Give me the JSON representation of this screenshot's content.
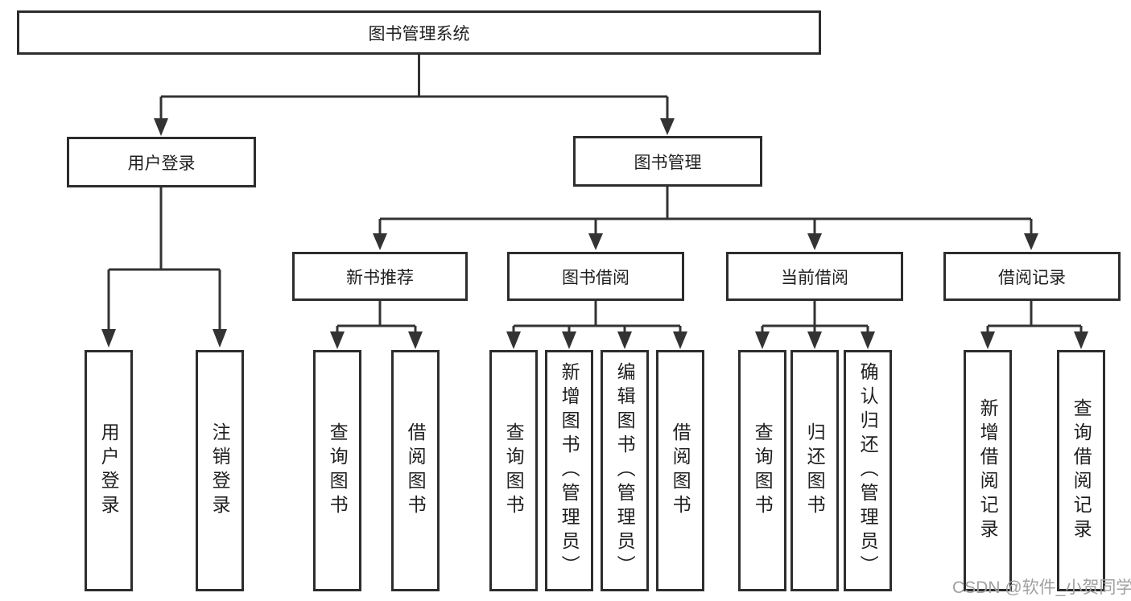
{
  "diagram": {
    "root": {
      "label": "图书管理系统"
    },
    "level2": [
      {
        "label": "用户登录"
      },
      {
        "label": "图书管理"
      }
    ],
    "level3": [
      {
        "label": "新书推荐",
        "parent": "图书管理"
      },
      {
        "label": "图书借阅",
        "parent": "图书管理"
      },
      {
        "label": "当前借阅",
        "parent": "图书管理"
      },
      {
        "label": "借阅记录",
        "parent": "图书管理"
      }
    ],
    "leaves": [
      {
        "label": "用户登录",
        "parent": "用户登录"
      },
      {
        "label": "注销登录",
        "parent": "用户登录"
      },
      {
        "label": "查询图书",
        "parent": "新书推荐"
      },
      {
        "label": "借阅图书",
        "parent": "新书推荐"
      },
      {
        "label": "查询图书",
        "parent": "图书借阅"
      },
      {
        "label": "新增图书（管理员）",
        "parent": "图书借阅"
      },
      {
        "label": "编辑图书（管理员）",
        "parent": "图书借阅"
      },
      {
        "label": "借阅图书",
        "parent": "图书借阅"
      },
      {
        "label": "查询图书",
        "parent": "当前借阅"
      },
      {
        "label": "归还图书",
        "parent": "当前借阅"
      },
      {
        "label": "确认归还（管理员）",
        "parent": "当前借阅"
      },
      {
        "label": "新增借阅记录",
        "parent": "借阅记录"
      },
      {
        "label": "查询借阅记录",
        "parent": "借阅记录"
      }
    ]
  },
  "watermark": {
    "text": "CSDN @软件_小贺同学"
  },
  "colors": {
    "line": "#333333",
    "box_border": "#2d2d2d",
    "text": "#1f1f1f",
    "watermark": "#a0a0a0",
    "background": "#ffffff"
  }
}
